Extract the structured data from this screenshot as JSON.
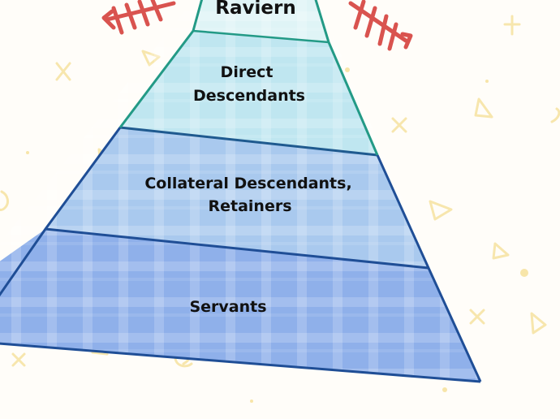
{
  "tiers": {
    "top": "Raviern",
    "second_line1": "Direct",
    "second_line2": "Descendants",
    "third_line1": "Collateral Descendants,",
    "third_line2": "Retainers",
    "bottom": "Servants"
  },
  "colors": {
    "background": "#fffdf9",
    "tier_top": "#dff4f6",
    "tier_second": "#bfe6f0",
    "tier_third": "#a9c9ee",
    "tier_bottom": "#8fb0ea",
    "outline_teal": "#239a86",
    "outline_navy": "#1f4e96",
    "doodle": "#f6e2a0",
    "fish": "#d9534f"
  },
  "icons": [
    "fish-skeleton-icon",
    "triangle-doodle-icon",
    "swirl-doodle-icon",
    "cross-doodle-icon"
  ]
}
